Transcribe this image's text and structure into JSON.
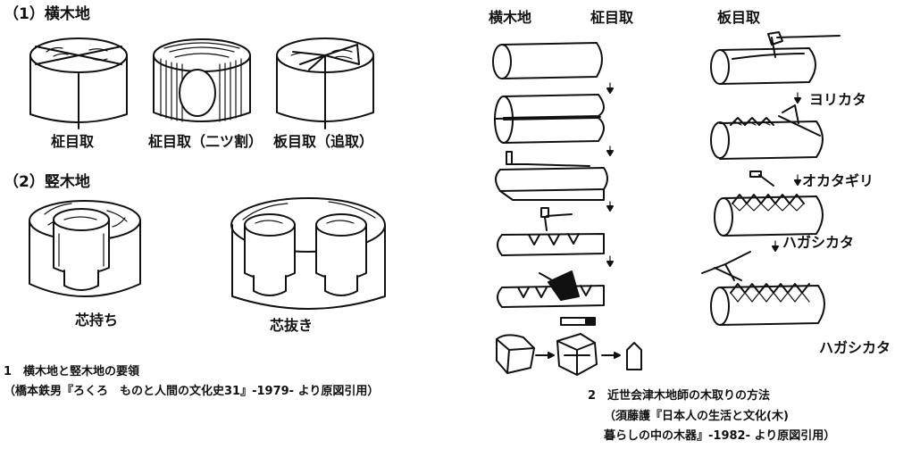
{
  "left": {
    "section1_heading": "（1）横木地",
    "section1_labels": [
      "柾目取",
      "柾目取（二ツ割）",
      "板目取（追取）"
    ],
    "section2_heading": "（2）竪木地",
    "section2_labels": [
      "芯持ち",
      "芯抜き"
    ],
    "caption_line1": "1　横木地と竪木地の要領",
    "caption_line2": "（橋本鉄男『ろくろ　ものと人間の文化史31』-1979- より原図引用）"
  },
  "right": {
    "col1_heading_a": "横木地",
    "col1_heading_b": "柾目取",
    "col2_heading": "板目取",
    "step_labels": [
      "ヨリカタ",
      "オカタギリ",
      "ハガシカタ",
      "ハガシカタ"
    ],
    "caption_line1": "2　近世会津木地師の木取りの方法",
    "caption_line2": "（須藤護『日本人の生活と文化(木)",
    "caption_line3": "暮らしの中の木器』-1982- より原図引用）"
  }
}
